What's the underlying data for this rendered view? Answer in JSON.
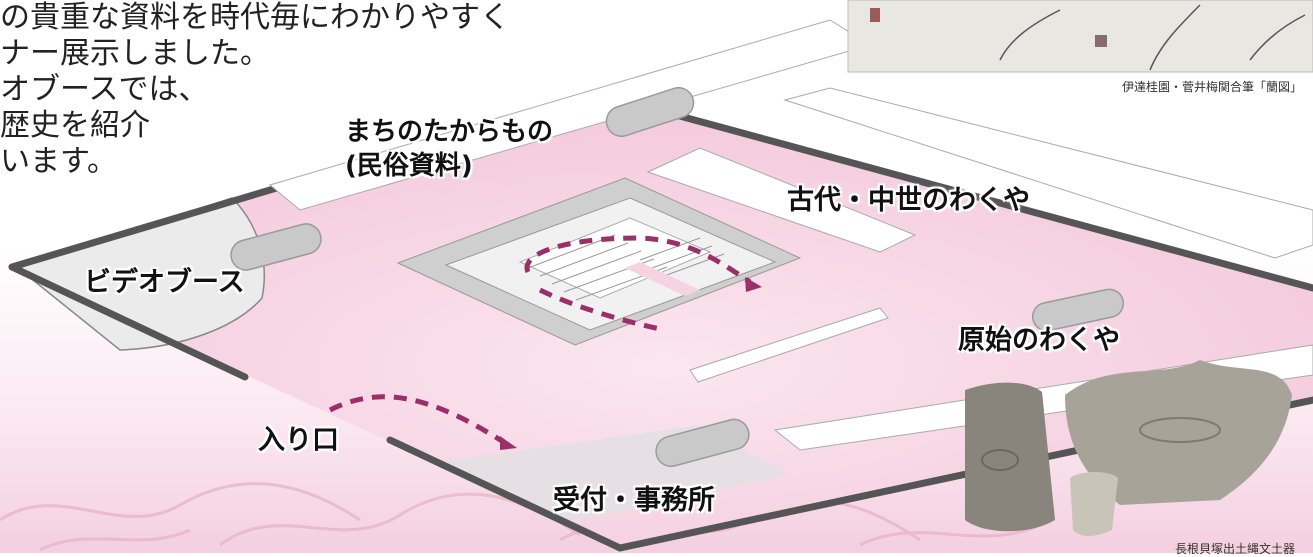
{
  "intro": {
    "lines": [
      "の貴重な資料を時代毎にわかりやすく",
      "ナー展示しました。",
      "オブースでは、",
      "歴史を紹介",
      "います。"
    ]
  },
  "areas": {
    "folk": {
      "line1": "まちのたからもの",
      "line2": "(民俗資料)"
    },
    "ancient": "古代・中世のわくや",
    "primitive": "原始のわくや",
    "video": "ビデオブース",
    "entrance": "入り口",
    "reception": "受付・事務所"
  },
  "captions": {
    "painting": "伊達桂園・菅井梅関合筆「蘭図」",
    "pottery": "長根貝塚出土縄文土器"
  },
  "colors": {
    "floor": "#f6d3e3",
    "wall": "#555555",
    "route": "#9b2f6a",
    "counter": "#c8c8c8"
  }
}
